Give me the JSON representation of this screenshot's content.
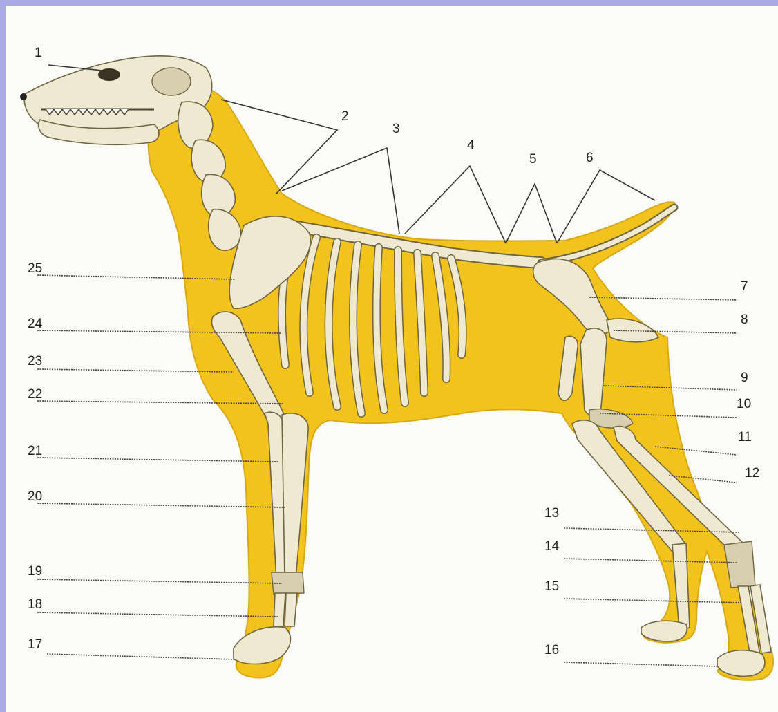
{
  "figure": {
    "colors": {
      "frame": "#a9a9e4",
      "body": "#f2c31c",
      "bone": "#efe9d2"
    },
    "labels": [
      "1",
      "2",
      "3",
      "4",
      "5",
      "6",
      "7",
      "8",
      "9",
      "10",
      "11",
      "12",
      "13",
      "14",
      "15",
      "16",
      "17",
      "18",
      "19",
      "20",
      "21",
      "22",
      "23",
      "24",
      "25"
    ]
  }
}
